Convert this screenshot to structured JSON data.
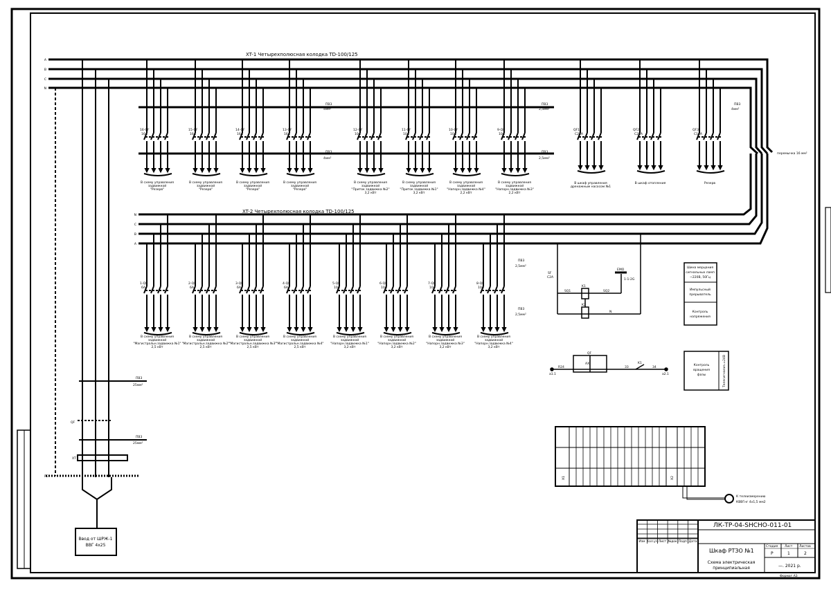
{
  "xt1": {
    "title": "XT-1 Четырехполюсная колодка TD-100/125",
    "phases": [
      "A",
      "B",
      "C",
      "N"
    ],
    "feeders": [
      {
        "id": "16-QF",
        "rating": "16A",
        "dest": [
          "В схему управления",
          "задвижкой",
          "\"Резерв\""
        ]
      },
      {
        "id": "15-QF",
        "rating": "16A",
        "dest": [
          "В схему управления",
          "задвижкой",
          "\"Резерв\""
        ]
      },
      {
        "id": "14-QF",
        "rating": "16A",
        "dest": [
          "В схему управления",
          "задвижкой",
          "\"Резерв\""
        ]
      },
      {
        "id": "13-QF",
        "rating": "16A",
        "dest": [
          "В схему управления",
          "задвижкой",
          "\"Резерв\""
        ]
      },
      {
        "id": "12-QF",
        "rating": "10A",
        "dest": [
          "В схему управления",
          "задвижкой",
          "\"Приток задвижка №2\"",
          "3,2 кВт"
        ]
      },
      {
        "id": "11-QF",
        "rating": "10A",
        "dest": [
          "В схему управления",
          "задвижкой",
          "\"Приток задвижка №1\"",
          "3,2 кВт"
        ]
      },
      {
        "id": "10-QF",
        "rating": "10A",
        "dest": [
          "В схему управления",
          "задвижкой",
          "\"Напорн.задвижка №4\"",
          "2,2 кВт"
        ]
      },
      {
        "id": "9-QF",
        "rating": "10A",
        "dest": [
          "В схему управления",
          "задвижкой",
          "\"Напорн.задвижка №3\"",
          "2,2 кВт"
        ]
      }
    ],
    "cables_left": {
      "top": [
        "ПВ3",
        "4мм²"
      ],
      "bottom": [
        "ПВ3",
        "4мм²"
      ]
    },
    "cables_right": {
      "top": [
        "ПВ3",
        "2,5мм²"
      ],
      "bottom": [
        "ПВ3",
        "2,5мм²"
      ]
    },
    "aux": [
      {
        "id": "QF1",
        "rating": "C25A",
        "dest": [
          "В шкаф управления",
          "дренажным насосом №1"
        ]
      },
      {
        "id": "QF2",
        "rating": "C25A",
        "dest": [
          "В шкаф отопления"
        ]
      },
      {
        "id": "QF3",
        "rating": "C16A",
        "dest": [
          "Резерв"
        ]
      }
    ],
    "aux_cable": [
      "ПВ3",
      "4мм²"
    ],
    "jumper_note": "перемычка 16 мм²"
  },
  "xt2": {
    "title": "XT-2 Четырехполюсная колодка TD-100/125",
    "phases": [
      "N",
      "C",
      "B",
      "A"
    ],
    "feeders": [
      {
        "id": "1-QF",
        "rating": "6A",
        "dest": [
          "В схему управления",
          "задвижкой",
          "\"Магистральн.задвижка №1\"",
          "2,5 кВт"
        ]
      },
      {
        "id": "2-QF",
        "rating": "6A",
        "dest": [
          "В схему управления",
          "задвижкой",
          "\"Магистральн.задвижка №2\"",
          "2,5 кВт"
        ]
      },
      {
        "id": "3-QF",
        "rating": "6A",
        "dest": [
          "В схему управления",
          "задвижкой",
          "\"Магистральн.задвижка №3\"",
          "2,5 кВт"
        ]
      },
      {
        "id": "4-QF",
        "rating": "6A",
        "dest": [
          "В схему управления",
          "задвижкой",
          "\"Магистральн.задвижка №4\"",
          "2,5 кВт"
        ]
      },
      {
        "id": "5-QF",
        "rating": "10A",
        "dest": [
          "В схему управления",
          "задвижкой",
          "\"Напорн.задвижка №1\"",
          "3,2 кВт"
        ]
      },
      {
        "id": "6-QF",
        "rating": "10A",
        "dest": [
          "В схему управления",
          "задвижкой",
          "\"Напорн.задвижка №2\"",
          "3,2 кВт"
        ]
      },
      {
        "id": "7-QF",
        "rating": "10A",
        "dest": [
          "В схему управления",
          "задвижкой",
          "\"Напорн.задвижка №3\"",
          "3,2 кВт"
        ]
      },
      {
        "id": "8-QF",
        "rating": "10A",
        "dest": [
          "В схему управления",
          "задвижкой",
          "\"Напорн.задвижка №4\"",
          "3,2 кВт"
        ]
      }
    ],
    "cable_top": [
      "ПВ3",
      "2,5мм²"
    ],
    "cable_bottom": [
      "ПВ3",
      "2,5мм²"
    ]
  },
  "control": {
    "sf": "SF",
    "sf_rating": "C2A",
    "emo": "EMO",
    "emo_num": "1-1-2G",
    "k1": "K1",
    "k2": "K2",
    "w1": "SQ1",
    "w2": "SQ2",
    "n": "N"
  },
  "indicators": [
    [
      "Шина мерцания",
      "сигнальных ламп",
      "~220В, 50Гц"
    ],
    [
      "Импульсный",
      "прерыватель"
    ],
    [
      "Контроль",
      "напряжения"
    ]
  ],
  "phase_ctrl": {
    "label": [
      "Контроль",
      "вращения",
      "фазы"
    ],
    "side": "Телесигнализ.=24В"
  },
  "relay_line": {
    "left": "R24",
    "label": "QF",
    "ax": "AX",
    "n1": "33",
    "n2": "34",
    "k": "K1",
    "t1": "a1.1",
    "t2": "a2.1"
  },
  "terminal": {
    "x1": "X1",
    "x2": "X2"
  },
  "telemetry": [
    "К телеизмерению",
    "КВВГнг 4х1,5 мм2"
  ],
  "input": {
    "cable_top": [
      "ПВ3",
      "25мм²"
    ],
    "cable_mid": [
      "ПВ3",
      "25мм²"
    ],
    "qf": "QF",
    "xt": "XT",
    "pe": "PE",
    "feed": [
      "Ввод от ШРЖ-1",
      "ВВГ 4х25"
    ]
  },
  "stamp": {
    "code": "ЛК-ТР-04-SHCHO-011-01",
    "object": "Шкаф РТЗО №1",
    "desc": [
      "Схема электрическая",
      "принципиальная"
    ],
    "stage_h": "Стадия",
    "sheet_h": "Лист",
    "sheets_h": "Листов",
    "stage": "Р",
    "sheet": "1",
    "sheets": "2",
    "year": "—. 2021 р.",
    "format": "Формат А3",
    "cols": [
      "Изм",
      "Кол.уч",
      "Лист",
      "№док",
      "Подп",
      "Дата"
    ]
  }
}
